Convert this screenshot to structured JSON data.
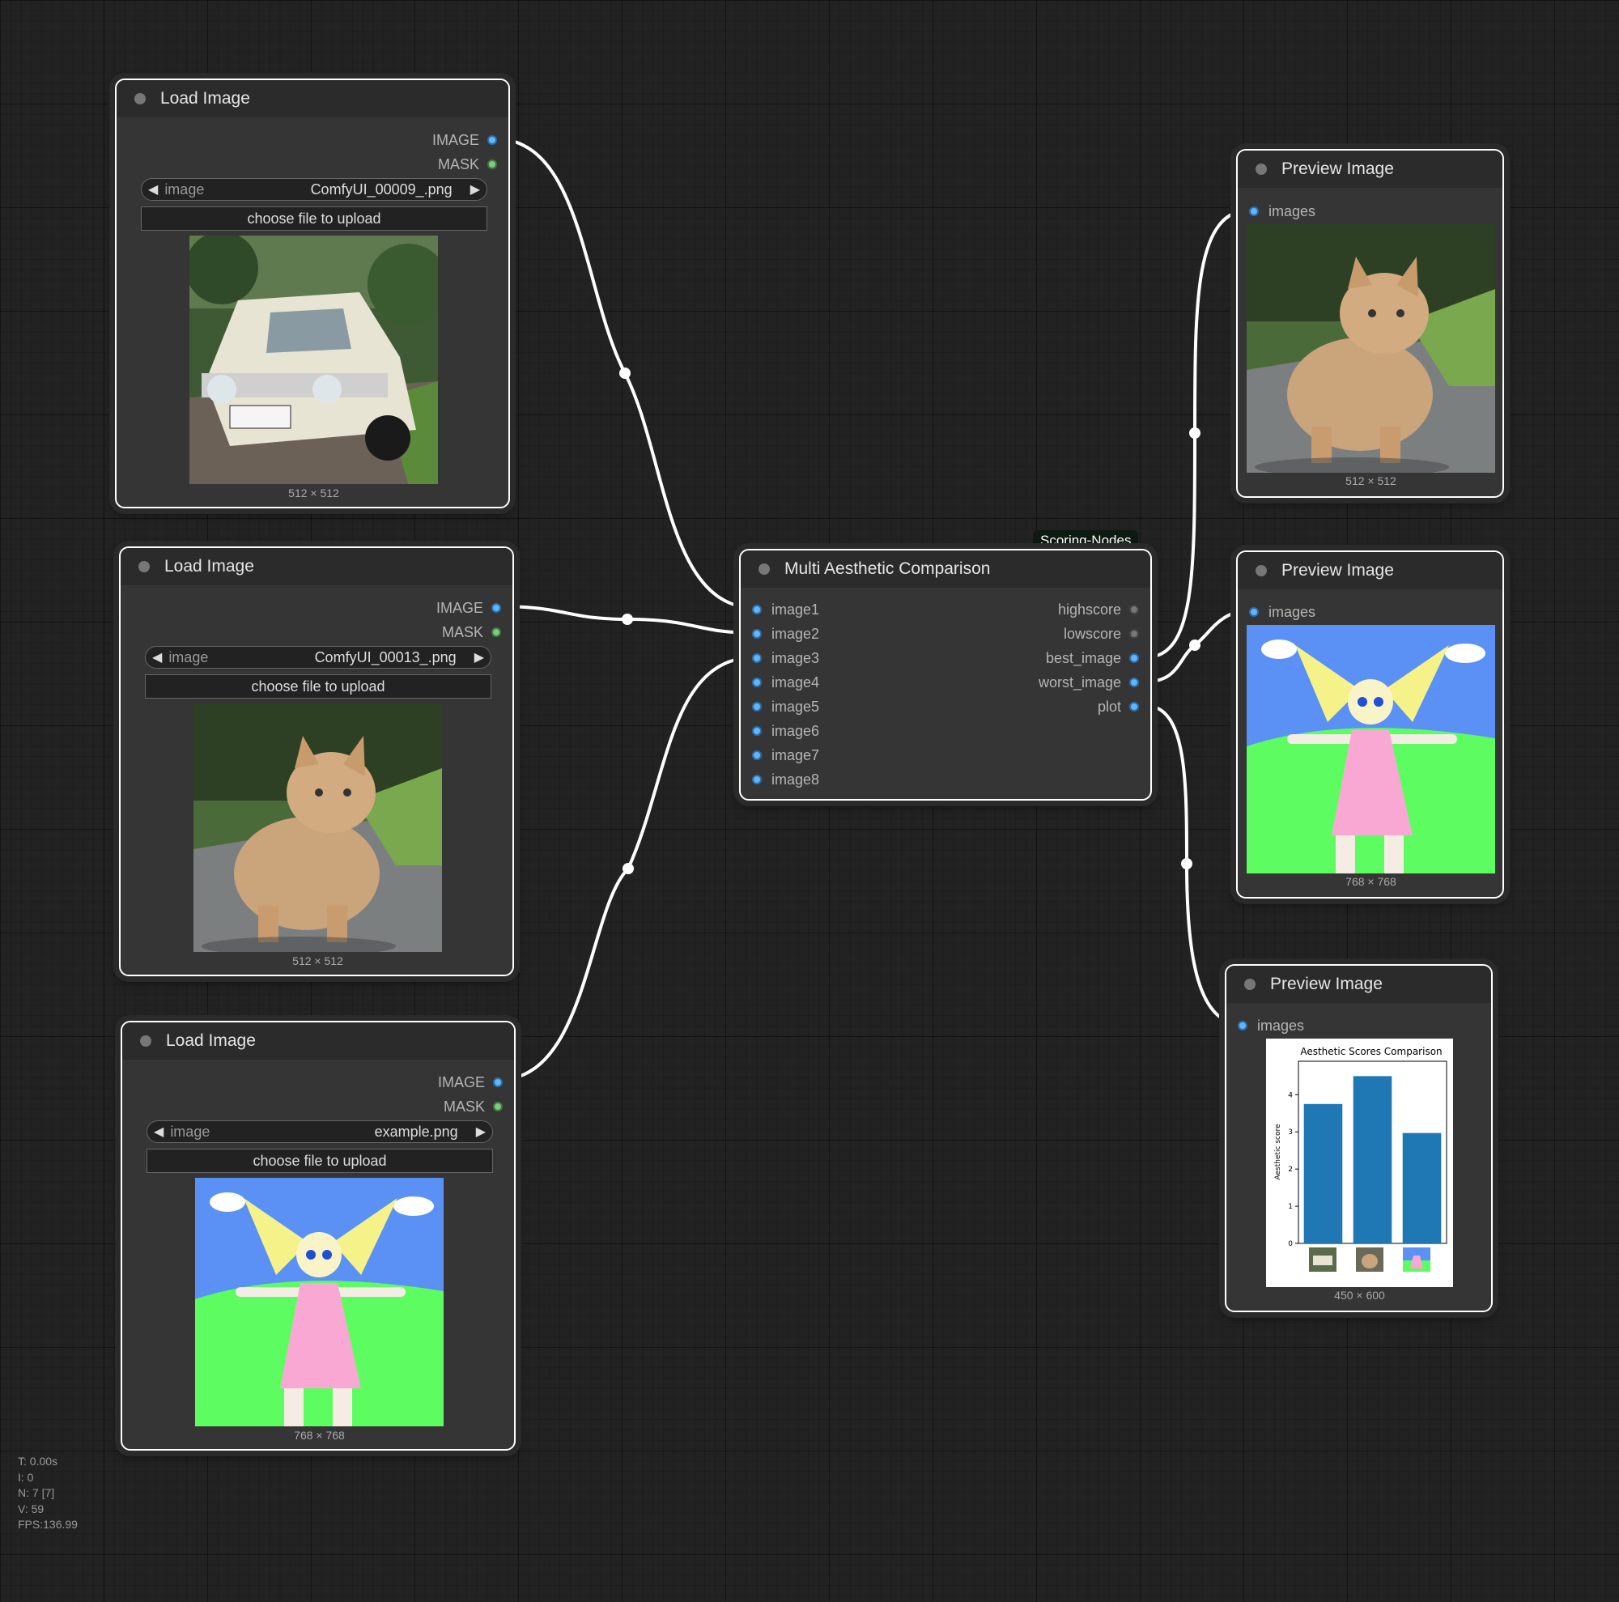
{
  "colors": {
    "canvas": "#222222",
    "node_bg": "#353535",
    "title_bg": "#2b2b2b",
    "wire": "#ffffff",
    "slot_image": "#64b5f6",
    "slot_mask": "#81c784",
    "badge_bg": "#0d1a0f",
    "bar": "#1f77b4"
  },
  "load_nodes": [
    {
      "title": "Load Image",
      "outputs": [
        "IMAGE",
        "MASK"
      ],
      "combo_label": "image",
      "combo_value": "ComfyUI_00009_.png",
      "upload_label": "choose file to upload",
      "size_label": "512 × 512",
      "image": "car"
    },
    {
      "title": "Load Image",
      "outputs": [
        "IMAGE",
        "MASK"
      ],
      "combo_label": "image",
      "combo_value": "ComfyUI_00013_.png",
      "upload_label": "choose file to upload",
      "size_label": "512 × 512",
      "image": "cat"
    },
    {
      "title": "Load Image",
      "outputs": [
        "IMAGE",
        "MASK"
      ],
      "combo_label": "image",
      "combo_value": "example.png",
      "upload_label": "choose file to upload",
      "size_label": "768 × 768",
      "image": "drawing"
    }
  ],
  "multi_node": {
    "badge": "Scoring-Nodes",
    "title": "Multi Aesthetic Comparison",
    "inputs": [
      "image1",
      "image2",
      "image3",
      "image4",
      "image5",
      "image6",
      "image7",
      "image8"
    ],
    "outputs": [
      "highscore",
      "lowscore",
      "best_image",
      "worst_image",
      "plot"
    ]
  },
  "preview_nodes": [
    {
      "title": "Preview Image",
      "input": "images",
      "size_label": "512 × 512",
      "image": "cat"
    },
    {
      "title": "Preview Image",
      "input": "images",
      "size_label": "768 × 768",
      "image": "drawing"
    },
    {
      "title": "Preview Image",
      "input": "images",
      "size_label": "450 × 600",
      "image": "plot"
    }
  ],
  "plot_chart": {
    "chart_data": {
      "type": "bar",
      "title": "Aesthetic Scores Comparison",
      "ylabel": "Aesthetic score",
      "categories": [
        "car",
        "cat",
        "drawing"
      ],
      "values": [
        3.75,
        4.5,
        2.97
      ],
      "ylim": [
        0,
        4.9
      ],
      "yticks": [
        "0",
        "1",
        "2",
        "3",
        "4"
      ]
    }
  },
  "stats": {
    "t": "T: 0.00s",
    "i": "I: 0",
    "n": "N: 7 [7]",
    "v": "V: 59",
    "fps": "FPS:136.99"
  }
}
